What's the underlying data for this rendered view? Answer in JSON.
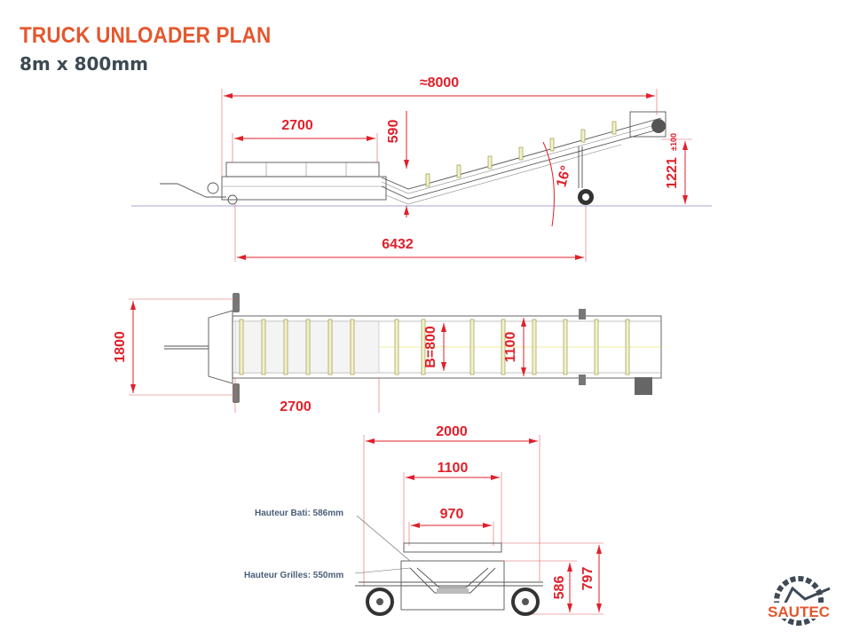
{
  "header": {
    "title": "TRUCK UNLOADER PLAN",
    "subtitle": "8m x 800mm"
  },
  "side_view": {
    "overall_length": "≈8000",
    "hopper_length": "2700",
    "hopper_height": "590",
    "wheelbase": "6432",
    "discharge_height": "1221",
    "discharge_tolerance": "±100",
    "incline_angle": "16°"
  },
  "top_view": {
    "width": "1800",
    "hopper_length": "2700",
    "belt_width": "B=800",
    "frame_width": "1100"
  },
  "front_view": {
    "overall_width": "2000",
    "frame_width": "1100",
    "inner_width": "970",
    "frame_height": "586",
    "total_height": "797",
    "note_frame": "Hauteur Bati: 586mm",
    "note_grid": "Hauteur Grilles: 550mm"
  },
  "logo": {
    "text": "SAUTEC"
  },
  "colors": {
    "title": "#e4572e",
    "dimension": "#e0202a",
    "subtitle": "#3c4a52"
  }
}
